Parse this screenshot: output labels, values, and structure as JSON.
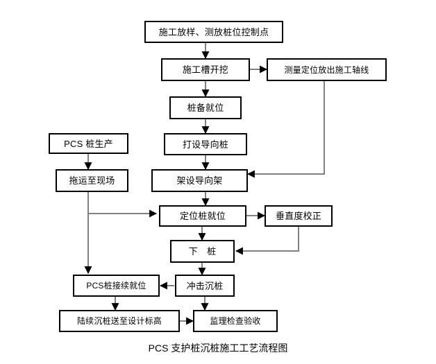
{
  "diagram": {
    "title": "PCS 支护桩沉桩施工工艺流程图",
    "type": "flowchart",
    "colors": {
      "box_border": "#000000",
      "box_fill": "#ffffff",
      "line": "#808080",
      "arrowhead": "#000000",
      "text": "#000000",
      "background": "#ffffff"
    },
    "nodes": [
      {
        "id": "n1",
        "label": "施工放样、测放桩位控制点"
      },
      {
        "id": "n2",
        "label": "施工槽开挖"
      },
      {
        "id": "n3",
        "label": "测量定位放出施工轴线"
      },
      {
        "id": "n4",
        "label": "桩备就位"
      },
      {
        "id": "n5",
        "label": "打设导向桩"
      },
      {
        "id": "n6",
        "label": "PCS 桩生产"
      },
      {
        "id": "n7",
        "label": "架设导向架"
      },
      {
        "id": "n8",
        "label": "拖运至现场"
      },
      {
        "id": "n9",
        "label": "定位桩就位"
      },
      {
        "id": "n10",
        "label": "垂直度校正"
      },
      {
        "id": "n11",
        "label": "下　桩"
      },
      {
        "id": "n12",
        "label": "PCS桩接续就位"
      },
      {
        "id": "n13",
        "label": "冲击沉桩"
      },
      {
        "id": "n14",
        "label": "陆续沉桩送至设计标高"
      },
      {
        "id": "n15",
        "label": "监理检查验收"
      }
    ],
    "edges": [
      {
        "from": "n1",
        "to": "n2",
        "kind": "down"
      },
      {
        "from": "n2",
        "to": "n3",
        "kind": "right"
      },
      {
        "from": "n2",
        "to": "n4",
        "kind": "down"
      },
      {
        "from": "n4",
        "to": "n5",
        "kind": "down"
      },
      {
        "from": "n5",
        "to": "n7",
        "kind": "down"
      },
      {
        "from": "n3",
        "to": "n7",
        "kind": "down-then-left"
      },
      {
        "from": "n6",
        "to": "n8",
        "kind": "down"
      },
      {
        "from": "n8",
        "to": "n9",
        "kind": "down-then-right"
      },
      {
        "from": "n8",
        "to": "n12",
        "kind": "down"
      },
      {
        "from": "n7",
        "to": "n9",
        "kind": "down"
      },
      {
        "from": "n9",
        "to": "n10",
        "kind": "right"
      },
      {
        "from": "n9",
        "to": "n11",
        "kind": "down"
      },
      {
        "from": "n10",
        "to": "n11",
        "kind": "down-then-left"
      },
      {
        "from": "n11",
        "to": "n13",
        "kind": "down"
      },
      {
        "from": "n13",
        "to": "n12",
        "kind": "left"
      },
      {
        "from": "n12",
        "to": "n14",
        "kind": "down"
      },
      {
        "from": "n13",
        "to": "n15",
        "kind": "down"
      },
      {
        "from": "n14",
        "to": "n15",
        "kind": "right"
      }
    ]
  }
}
